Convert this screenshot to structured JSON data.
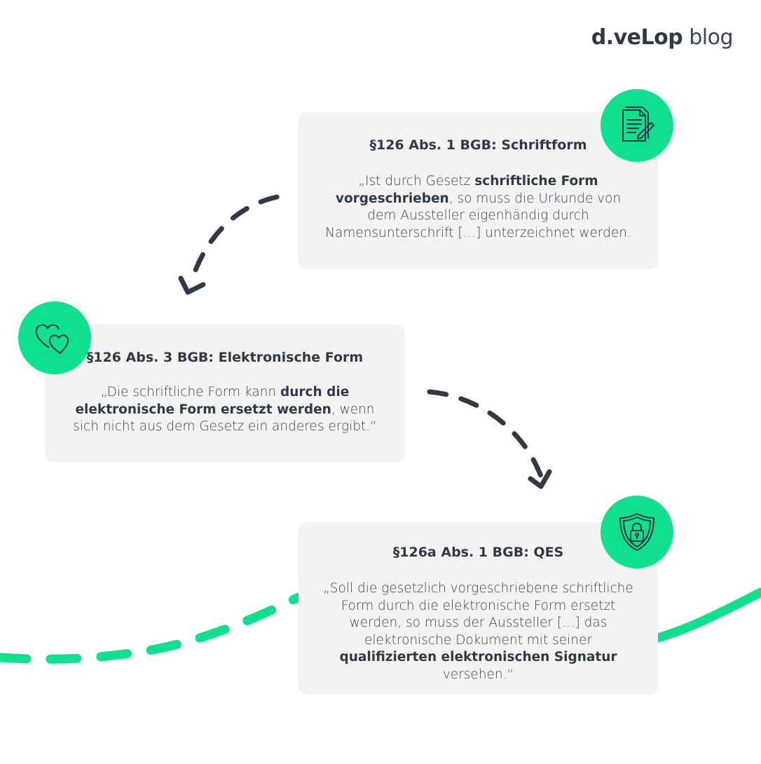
{
  "logo": {
    "brand": "d.veLop",
    "suffix": " blog"
  },
  "cards": [
    {
      "title": "§126 Abs. 1 BGB: Schriftform",
      "quote": [
        {
          "text": "„Ist durch Gesetz ",
          "bold": false
        },
        {
          "text": "schriftliche Form vorgeschrieben",
          "bold": true
        },
        {
          "text": ", so muss die Urkunde von dem Aussteller eigenhändig durch Namensunterschrift […] unterzeichnet werden.",
          "bold": false
        }
      ],
      "icon": "document-pen-icon"
    },
    {
      "title": "§126 Abs. 3 BGB: Elektronische Form",
      "quote": [
        {
          "text": "„Die schriftliche Form kann ",
          "bold": false
        },
        {
          "text": "durch die elektronische Form ersetzt werden",
          "bold": true
        },
        {
          "text": ", wenn sich nicht aus dem Gesetz ein anderes ergibt.“",
          "bold": false
        }
      ],
      "icon": "two-hearts-icon"
    },
    {
      "title": "§126a Abs. 1 BGB: QES",
      "quote": [
        {
          "text": "„Soll die gesetzlich vorgeschriebene schriftliche Form durch die elektronische Form ersetzt werden, so muss der Aussteller […] das elektronische Dokument mit seiner ",
          "bold": false
        },
        {
          "text": "qualifizierten elektronischen Signatur",
          "bold": true
        },
        {
          "text": " versehen.“",
          "bold": false
        }
      ],
      "icon": "shield-lock-icon"
    }
  ],
  "colors": {
    "accent": "#0fe08e",
    "text": "#2f3a46",
    "card_background": "#f3f3f3",
    "arrow": "#2f3a46"
  }
}
